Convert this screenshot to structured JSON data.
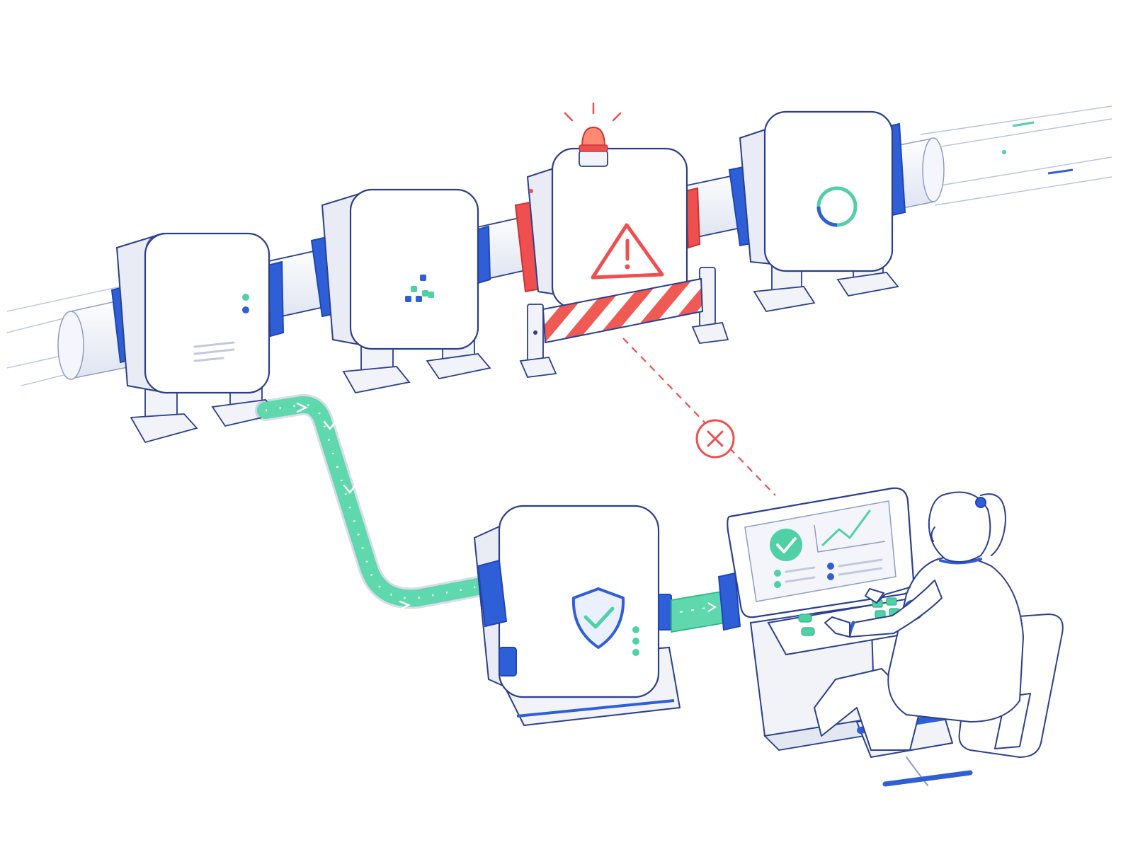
{
  "colors": {
    "outline": "#2b3f8c",
    "outline_soft": "#8e9bc6",
    "accent_blue": "#2f5fd6",
    "accent_blue_dark": "#1f46b8",
    "accent_green": "#4fd1a5",
    "accent_green_dark": "#2fb487",
    "alert_red": "#ef4f4f",
    "alert_red_dark": "#c93434",
    "body_fill": "#f7f8fc",
    "face_fill": "#ffffff",
    "side_fill": "#e9ecf5",
    "pipe_fill": "#eef1f8"
  },
  "diagram": {
    "modules": [
      {
        "id": "module-1",
        "status": "normal",
        "face_icon": "text-lines-icon"
      },
      {
        "id": "module-2",
        "status": "normal",
        "face_icon": "dot-cluster-icon"
      },
      {
        "id": "module-3",
        "status": "failed",
        "face_icon": "warning-triangle-icon",
        "top_icon": "alarm-beacon-icon"
      },
      {
        "id": "module-4",
        "status": "normal",
        "face_icon": "ring-progress-icon"
      },
      {
        "id": "module-safe",
        "status": "protected",
        "face_icon": "shield-check-icon"
      }
    ],
    "barrier": {
      "pattern": "red-white-stripes"
    },
    "bypass": {
      "color": "accent_green",
      "direction": "forward"
    },
    "signal_link": {
      "style": "dashed",
      "color": "alert_red",
      "status_icon": "x-circle-icon",
      "state": "broken"
    },
    "console": {
      "screen_icons": [
        "check-circle-icon",
        "line-chart-icon"
      ],
      "operator": "seated-operator"
    }
  }
}
